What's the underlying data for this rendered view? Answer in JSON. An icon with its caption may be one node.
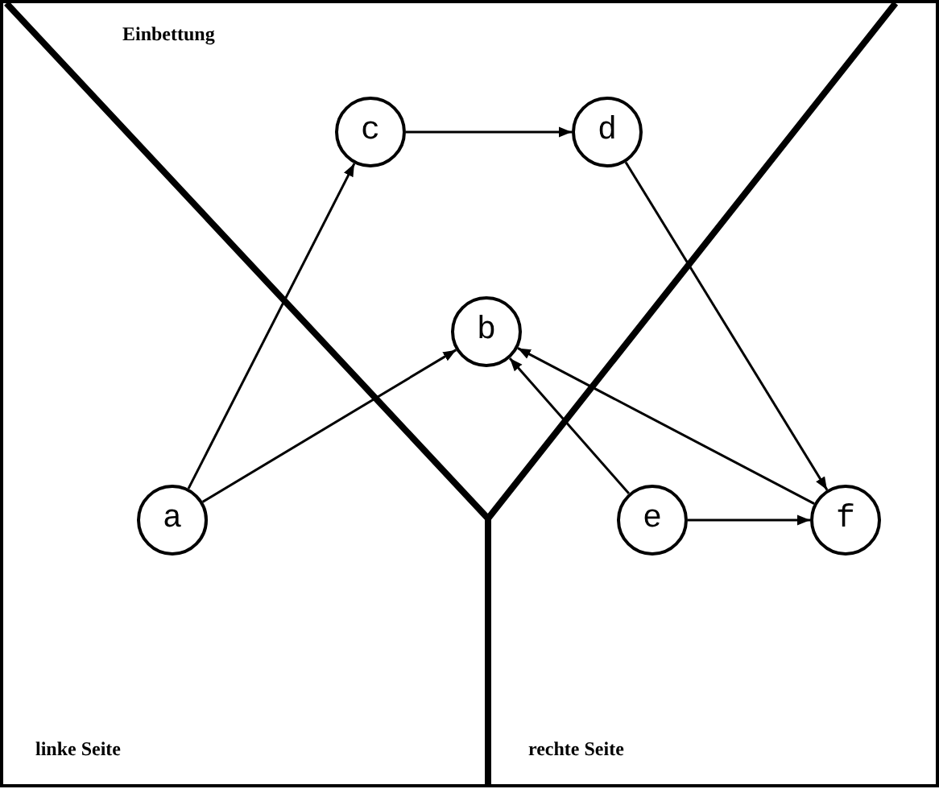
{
  "diagram": {
    "nodes": [
      {
        "text": [
          "c"
        ]
      },
      {
        "text": [
          "d"
        ]
      },
      {
        "text": [
          "b"
        ]
      },
      {
        "text": [
          "a"
        ]
      },
      {
        "text": [
          "e"
        ]
      },
      {
        "text": [
          "f"
        ]
      }
    ],
    "edges": [
      {
        "from": 3,
        "to": 0,
        "arrow": "to"
      },
      {
        "from": 3,
        "to": 2,
        "arrow": "to"
      },
      {
        "from": 0,
        "to": 1,
        "arrow": "to"
      },
      {
        "from": 1,
        "to": 5,
        "arrow": "to"
      },
      {
        "from": 4,
        "to": 2,
        "arrow": "to"
      },
      {
        "from": 4,
        "to": 5,
        "arrow": "to"
      },
      {
        "from": 5,
        "to": 2,
        "arrow": "to"
      }
    ],
    "labels": [
      "Einbettung",
      "linke Seite",
      "rechte Seite"
    ]
  }
}
